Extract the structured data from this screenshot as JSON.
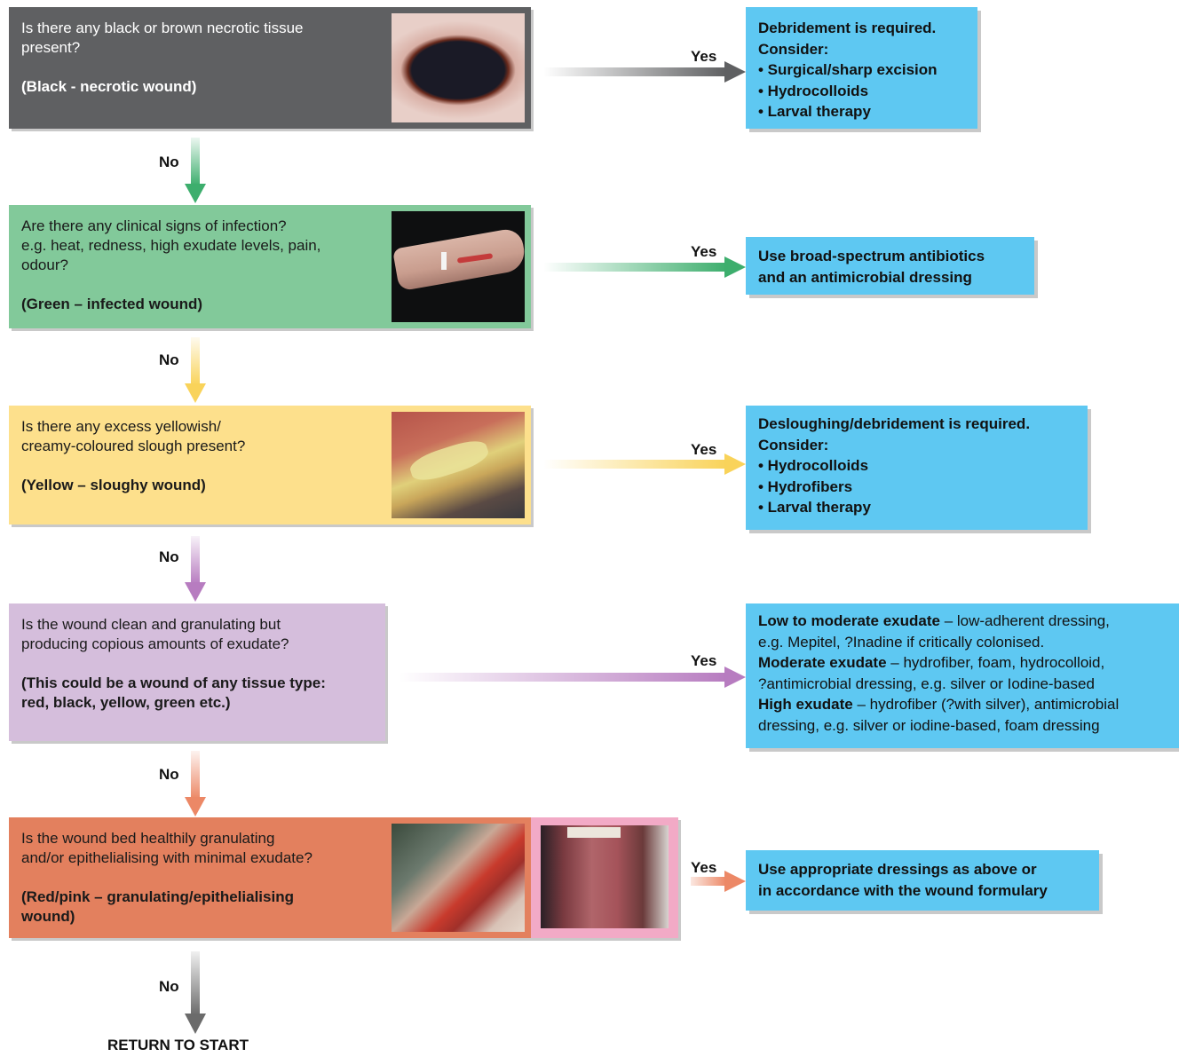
{
  "labels": {
    "yes": "Yes",
    "no": "No"
  },
  "steps": [
    {
      "question": [
        "Is there any black or brown necrotic tissue",
        "present?"
      ],
      "tag": [
        "(Black - necrotic wound)"
      ],
      "image": "black necrotic wound photo",
      "color": "#5f6062",
      "answer": {
        "lines": [
          "Debridement is required.",
          "Consider:",
          "• Surgical/sharp excision",
          "• Hydrocolloids",
          "• Larval therapy"
        ]
      }
    },
    {
      "question": [
        "Are there any clinical signs of infection?",
        "e.g. heat, redness, high exudate levels, pain,",
        "odour?"
      ],
      "tag": [
        "(Green – infected wound)"
      ],
      "image": "infected wound photo",
      "color": "#82c99a",
      "answer": {
        "lines": [
          "Use broad-spectrum antibiotics",
          "and an antimicrobial dressing"
        ]
      }
    },
    {
      "question": [
        "Is there any excess yellowish/",
        "creamy-coloured slough present?"
      ],
      "tag": [
        "(Yellow – sloughy wound)"
      ],
      "image": "sloughy wound photo",
      "color": "#fde08c",
      "answer": {
        "lines": [
          "Desloughing/debridement is required.",
          "Consider:",
          "• Hydrocolloids",
          "• Hydrofibers",
          "• Larval therapy"
        ]
      }
    },
    {
      "question": [
        "Is the wound clean and granulating but",
        "producing copious amounts of exudate?"
      ],
      "tag": [
        "(This could be a wound of any tissue type:",
        "red, black, yellow, green etc.)"
      ],
      "color": "#d5bedc",
      "answer": {
        "rows": [
          {
            "bold": "Low to moderate exudate",
            "text": " – low-adherent dressing,"
          },
          {
            "bold": "",
            "text": "e.g. Mepitel, ?Inadine if critically colonised."
          },
          {
            "bold": "Moderate exudate",
            "text": " – hydrofiber, foam, hydrocolloid,"
          },
          {
            "bold": "",
            "text": "?antimicrobial dressing, e.g. silver or Iodine-based"
          },
          {
            "bold": "High exudate",
            "text": " – hydrofiber (?with silver), antimicrobial"
          },
          {
            "bold": "",
            "text": "dressing, e.g. silver or iodine-based, foam dressing"
          }
        ]
      }
    },
    {
      "question": [
        "Is the wound bed healthily granulating",
        "and/or epithelialising with minimal exudate?"
      ],
      "tag": [
        "(Red/pink – granulating/epithelialising",
        "wound)"
      ],
      "image": "granulating wound photo",
      "image2": "epithelialising wound photo",
      "color": "#e3805e",
      "answer": {
        "lines": [
          "Use appropriate dressings as above or",
          "in accordance with the wound formulary"
        ]
      }
    }
  ],
  "end": "RETURN TO START",
  "colors": {
    "answer_box": "#5ec8f2",
    "pink_frame": "#f2aac6",
    "end_arrow": "#6b6b6b"
  }
}
